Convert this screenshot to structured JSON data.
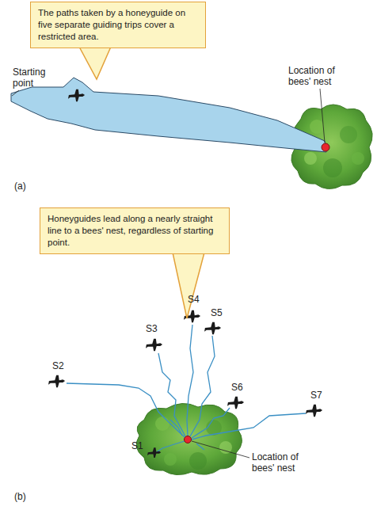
{
  "diagram": {
    "nodes": [
      {
        "text": [
          "The paths taken by a honeyguide on five separate guiding trips cover a restricted area."
        ]
      },
      {
        "text": [
          "Honeyguides lead along a nearly straight line to a bees' nest, regardless of starting point."
        ]
      }
    ],
    "labels": [
      "Starting point",
      "Location of bees' nest",
      "(a)",
      "S4",
      "S5",
      "S3",
      "S6",
      "S2",
      "S7",
      "S1",
      "Location of bees' nest",
      "(b)"
    ]
  }
}
